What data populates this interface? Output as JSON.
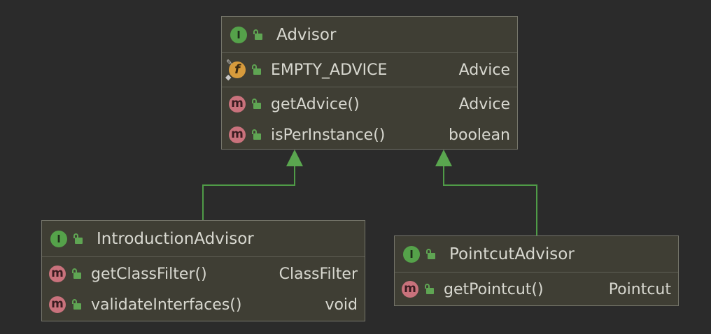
{
  "diagram": {
    "advisor": {
      "icon": "interface-icon",
      "icon_letter": "I",
      "name": "Advisor",
      "fields": [
        {
          "icon": "field-icon",
          "icon_letter": "f",
          "name": "EMPTY_ADVICE",
          "type": "Advice"
        }
      ],
      "methods": [
        {
          "icon": "method-icon",
          "icon_letter": "m",
          "name": "getAdvice()",
          "type": "Advice"
        },
        {
          "icon": "method-icon",
          "icon_letter": "m",
          "name": "isPerInstance()",
          "type": "boolean"
        }
      ]
    },
    "introduction_advisor": {
      "icon": "interface-icon",
      "icon_letter": "I",
      "name": "IntroductionAdvisor",
      "methods": [
        {
          "icon": "method-icon",
          "icon_letter": "m",
          "name": "getClassFilter()",
          "type": "ClassFilter"
        },
        {
          "icon": "method-icon",
          "icon_letter": "m",
          "name": "validateInterfaces()",
          "type": "void"
        }
      ]
    },
    "pointcut_advisor": {
      "icon": "interface-icon",
      "icon_letter": "I",
      "name": "PointcutAdvisor",
      "methods": [
        {
          "icon": "method-icon",
          "icon_letter": "m",
          "name": "getPointcut()",
          "type": "Pointcut"
        }
      ]
    },
    "relations": [
      {
        "from": "IntroductionAdvisor",
        "to": "Advisor",
        "kind": "extends"
      },
      {
        "from": "PointcutAdvisor",
        "to": "Advisor",
        "kind": "extends"
      }
    ]
  },
  "colors": {
    "background": "#2b2b2b",
    "box_fill": "#3f3e34",
    "box_border": "#75756a",
    "text": "#d8d8d0",
    "interface_icon": "#55a24a",
    "method_icon": "#c9727c",
    "field_icon": "#d79b3c",
    "access_lock": "#5fa553",
    "connector": "#4f9b47"
  }
}
